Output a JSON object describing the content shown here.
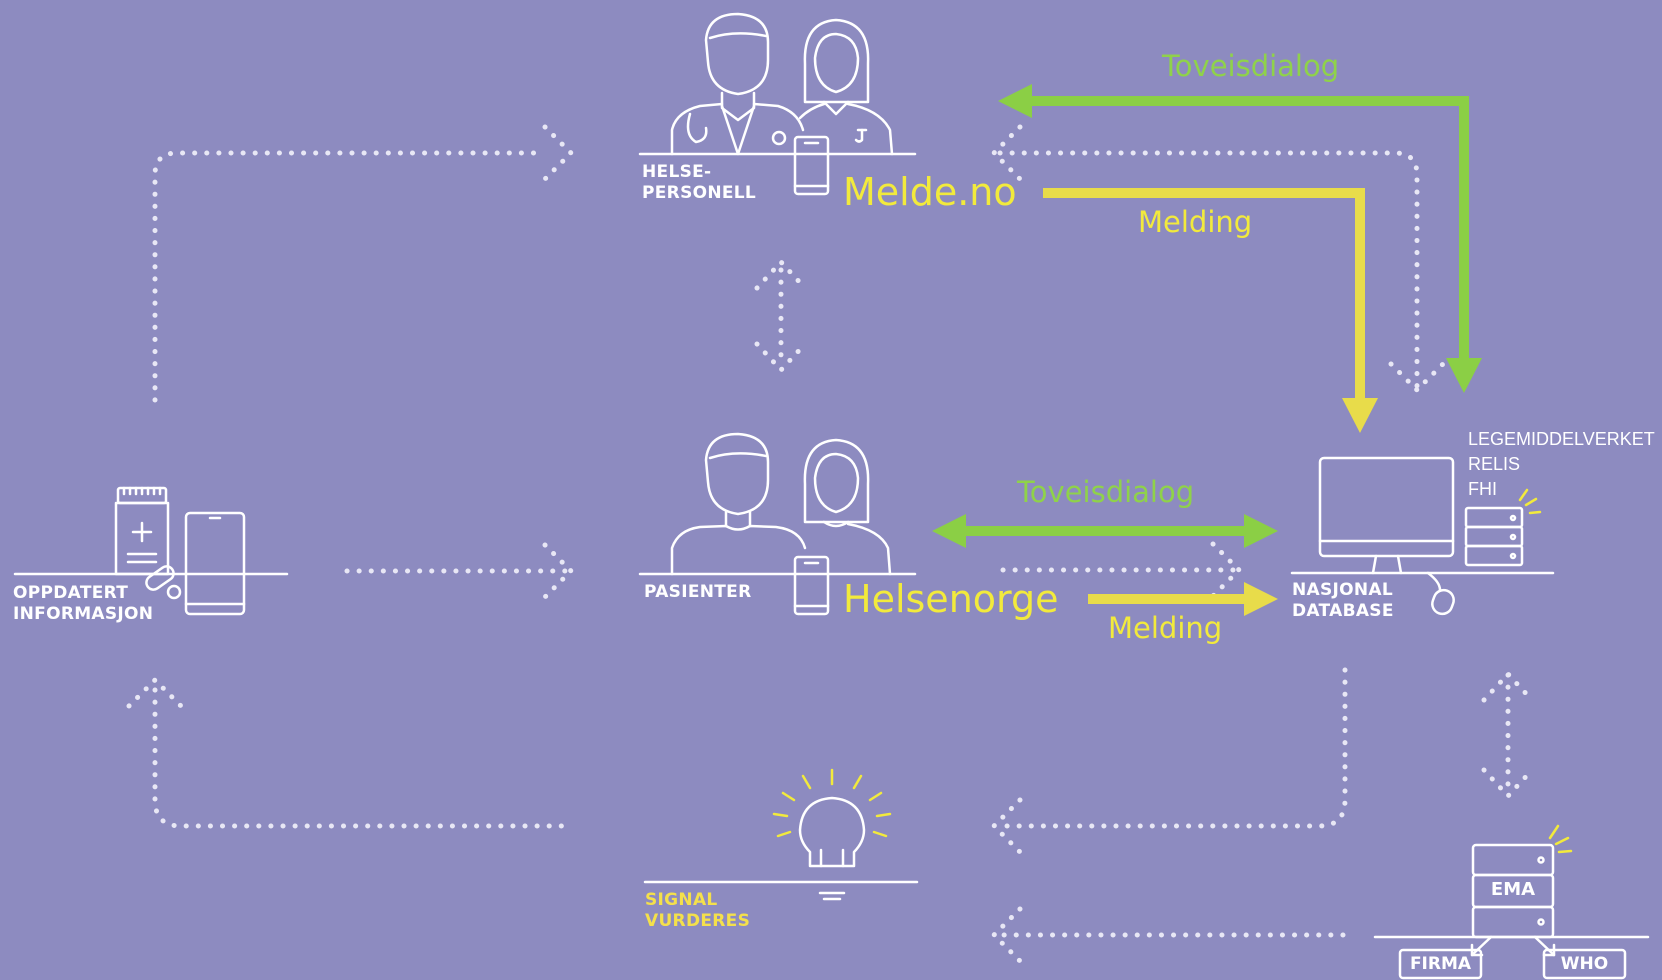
{
  "nodes": {
    "helsepersonell": "HELSE-\nPERSONELL",
    "pasienter": "PASIENTER",
    "oppdatert": "OPPDATERT\nINFORMASJON",
    "nasjonal": "NASJONAL\nDATABASE",
    "signal": "SIGNAL\nVURDERES",
    "ema": "EMA",
    "firma": "FIRMA",
    "who": "WHO",
    "side_list": "LEGEMIDDELVERKET\nRELIS\nFHI"
  },
  "channels": {
    "melde": "Melde.no",
    "helsenorge": "Helsenorge"
  },
  "arrows": {
    "top_dialog": "Toveisdialog",
    "top_melding": "Melding",
    "mid_dialog": "Toveisdialog",
    "mid_melding": "Melding"
  },
  "colors": {
    "background": "#8d8bc0",
    "white": "#ffffff",
    "yellow_arrow": "#e8dc4a",
    "green_arrow": "#8bcf45",
    "yellow_text": "#f2ea3c",
    "signal_text": "#f4e04b"
  }
}
